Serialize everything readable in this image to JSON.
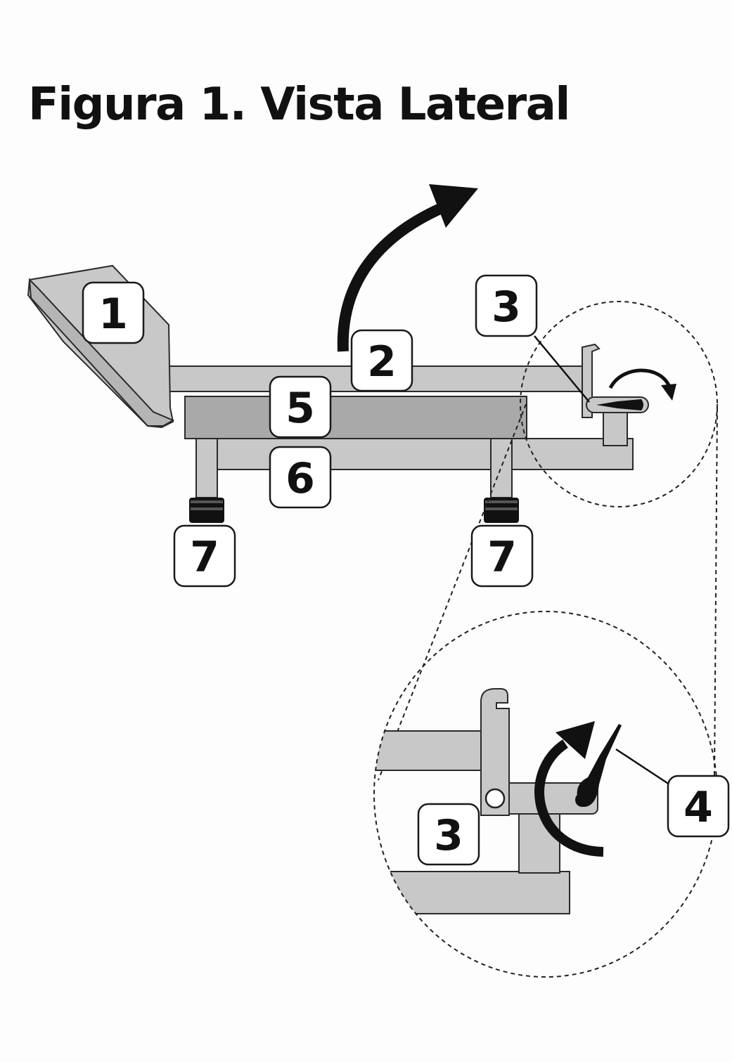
{
  "title": "Figura 1. Vista Lateral",
  "callouts": {
    "backrest": "1",
    "seat_bar": "2",
    "hinge_bracket": "3",
    "mattress": "5",
    "base_frame": "6",
    "wheel_left": "7",
    "wheel_right": "7",
    "hinge_bracket_detail": "3",
    "lever": "4"
  },
  "colors": {
    "part_fill": "#c8c8c8",
    "part_fill_dark": "#a9a9a9",
    "outline": "#2a2a2a",
    "arrow": "#111111",
    "wheel": "#111111"
  },
  "icons": {
    "up_arrow": "curved-up-arrow-icon",
    "rotate_small": "clockwise-rotate-icon",
    "rotate_large": "clockwise-rotate-icon"
  }
}
